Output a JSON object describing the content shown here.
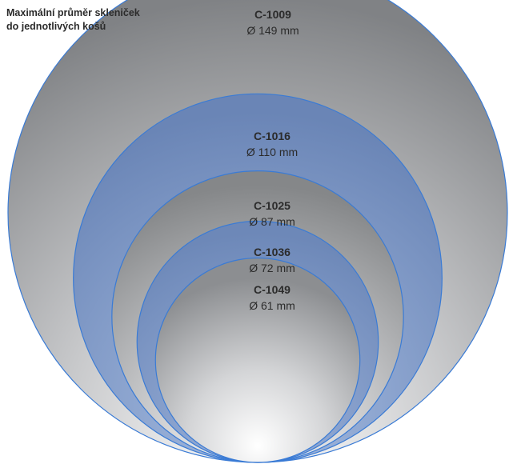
{
  "heading": {
    "line1": "Maximální průměr skleniček",
    "line2": "do jednotlivých košů"
  },
  "colors": {
    "gray_fill": "#8a8c8f",
    "gray_highlight": "#ffffff",
    "blue_fill": "#6d88b8",
    "blue_highlight": "#9fb6df",
    "outline": "#3a7bd5"
  },
  "baskets": [
    {
      "code": "C-1009",
      "diameter": "Ø 149 mm",
      "diameter_mm": 149,
      "style": "gray"
    },
    {
      "code": "C-1016",
      "diameter": "Ø 110 mm",
      "diameter_mm": 110,
      "style": "blue"
    },
    {
      "code": "C-1025",
      "diameter": "Ø 87 mm",
      "diameter_mm": 87,
      "style": "gray"
    },
    {
      "code": "C-1036",
      "diameter": "Ø 72 mm",
      "diameter_mm": 72,
      "style": "blue"
    },
    {
      "code": "C-1049",
      "diameter": "Ø 61 mm",
      "diameter_mm": 61,
      "style": "gray"
    }
  ]
}
